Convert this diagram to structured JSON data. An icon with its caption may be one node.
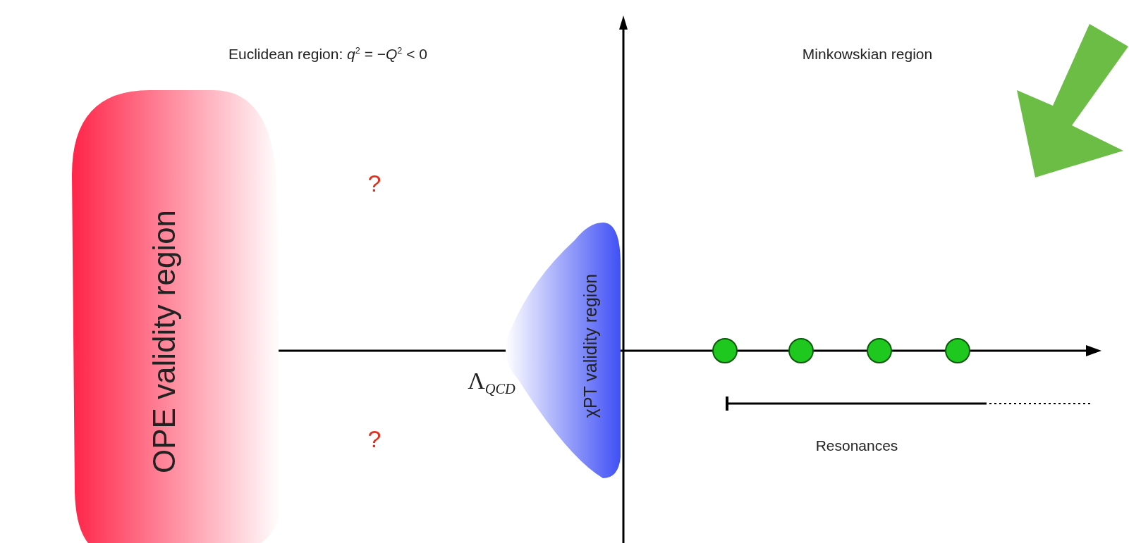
{
  "diagram": {
    "nodes": [
      {
        "text": [
          "OPE validity region"
        ]
      },
      {
        "text": [
          "χPT validity region"
        ]
      },
      {
        "text": [],
        "shape": "circle"
      },
      {
        "text": [],
        "shape": "circle"
      },
      {
        "text": [],
        "shape": "circle"
      },
      {
        "text": [],
        "shape": "circle"
      }
    ],
    "labels": [
      "Euclidean region: *q*$^{2}$ = −*Q*$^{2}$ < 0",
      "Minkowskian region",
      "?",
      "?",
      "Λ$_{QCD}$",
      "Resonances"
    ]
  }
}
